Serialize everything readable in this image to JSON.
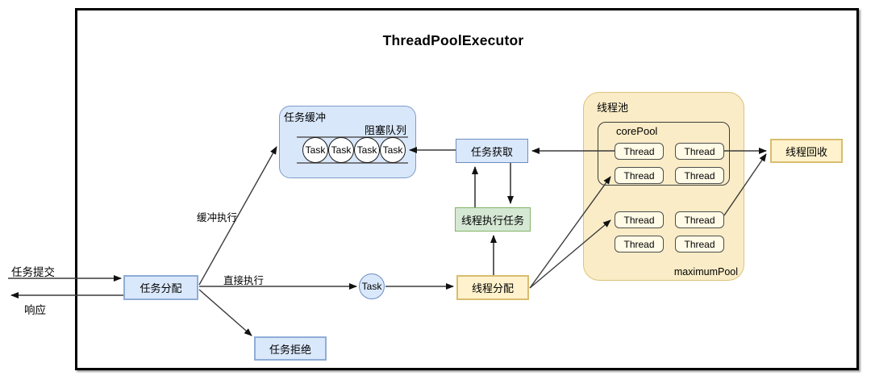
{
  "title": "ThreadPoolExecutor",
  "io": {
    "submit": "任务提交",
    "response": "响应"
  },
  "edges": {
    "buffered_exec": "缓冲执行",
    "direct_exec": "直接执行"
  },
  "nodes": {
    "task_dispatch": "任务分配",
    "task_reject": "任务拒绝",
    "task": "Task",
    "thread_dispatch": "线程分配",
    "task_fetch": "任务获取",
    "thread_execute": "线程执行任务",
    "thread_recycle": "线程回收"
  },
  "buffer": {
    "label": "任务缓冲",
    "queue_label": "阻塞队列",
    "tasks": [
      "Task",
      "Task",
      "Task",
      "Task"
    ]
  },
  "pool": {
    "label": "线程池",
    "core_label": "corePool",
    "max_label": "maximumPool",
    "core_threads": [
      "Thread",
      "Thread",
      "Thread",
      "Thread"
    ],
    "max_threads": [
      "Thread",
      "Thread",
      "Thread",
      "Thread"
    ]
  },
  "colors": {
    "blue_fill": "#dae8fc",
    "blue_border": "#6c8ebf",
    "green_fill": "#d5e8d4",
    "green_border": "#82b366",
    "yellow_fill": "#fff2cc",
    "yellow_border": "#d6b656",
    "pool_fill": "#faecc6",
    "thread_fill": "#fffbe6",
    "line": "#3b3b3b"
  }
}
